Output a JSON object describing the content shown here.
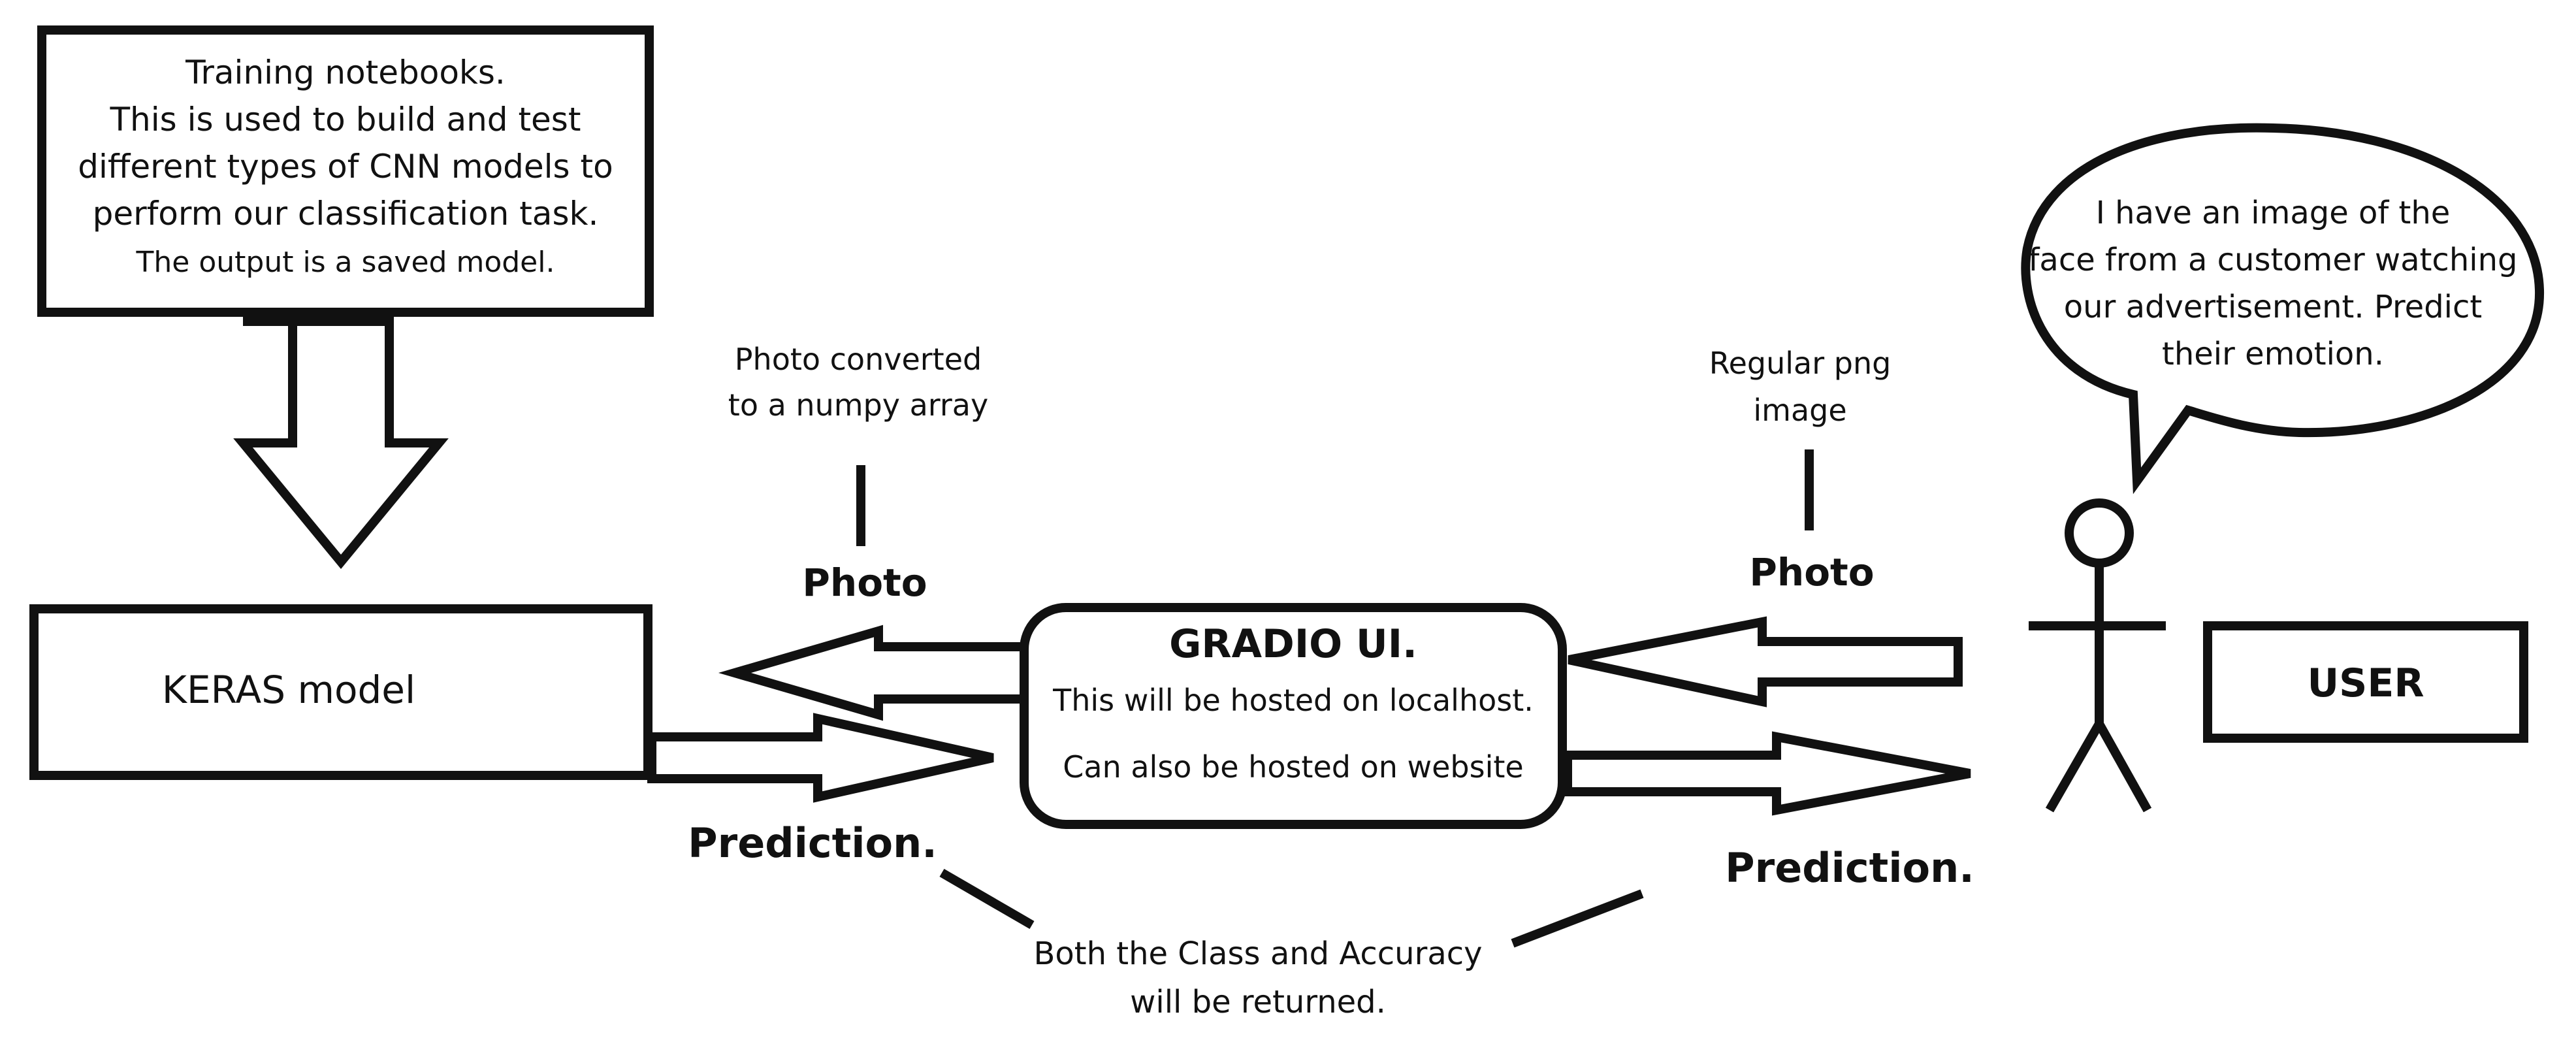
{
  "training_box": {
    "lines": [
      "Training notebooks.",
      "This is used to build and test",
      "different types of CNN models to",
      "perform our classification task.",
      "The output is a saved model."
    ]
  },
  "keras_box": {
    "label": "KERAS model"
  },
  "gradio_box": {
    "title": "GRADIO UI.",
    "line1": "This will be hosted on localhost.",
    "line2": "Can also be hosted on website"
  },
  "user_box": {
    "label": "USER"
  },
  "speech_bubble": {
    "lines": [
      "I have an image of the",
      "face from a customer watching",
      "our advertisement. Predict",
      "their emotion."
    ]
  },
  "labels": {
    "photo_left": "Photo",
    "photo_left_note": [
      "Photo converted",
      "to a numpy array"
    ],
    "photo_right": "Photo",
    "photo_right_note": [
      "Regular png",
      "image"
    ],
    "prediction_left": "Prediction.",
    "prediction_right": "Prediction.",
    "prediction_note": [
      "Both the Class and Accuracy",
      "will be returned."
    ]
  }
}
